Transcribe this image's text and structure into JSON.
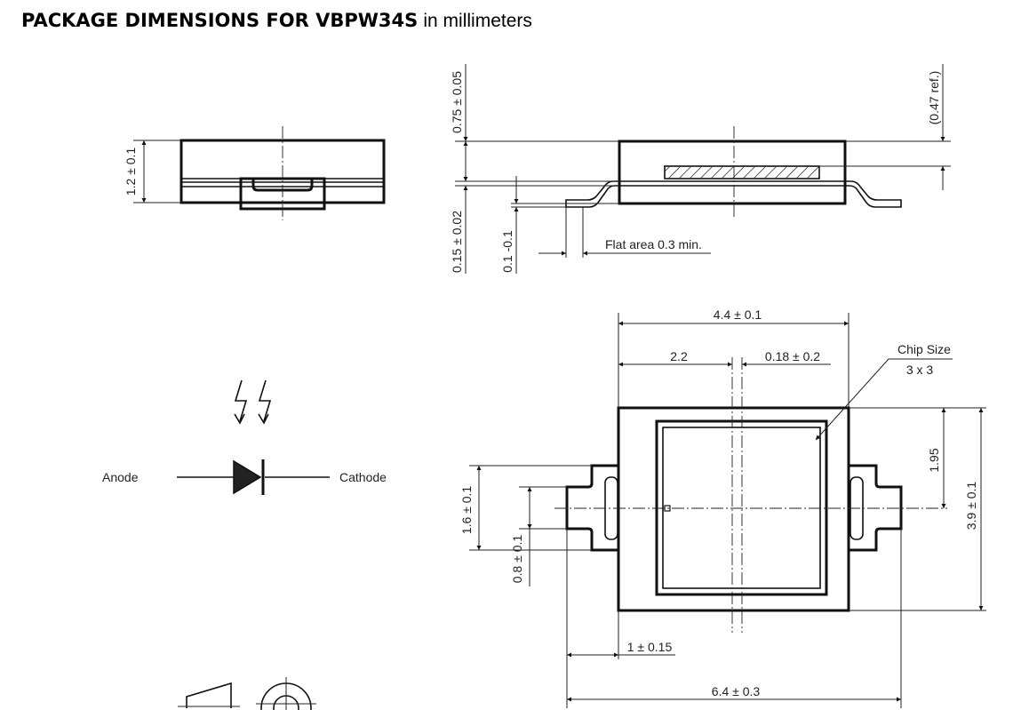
{
  "title": {
    "bold": "PACKAGE DIMENSIONS FOR VBPW34S",
    "suffix": "in millimeters"
  },
  "front_view": {
    "height_dim": "1.2 ± 0.1"
  },
  "side_view": {
    "top_dim": "0.75 ± 0.05",
    "ref_dim": "(0.47 ref.)",
    "lead_thickness": "0.15 ± 0.02",
    "standoff": "0.1 -0.1",
    "flat_area": "Flat area 0.3 min."
  },
  "symbol": {
    "anode": "Anode",
    "cathode": "Cathode"
  },
  "top_view": {
    "body_width": "4.4 ± 0.1",
    "center_offset": "2.2",
    "chip_offset": "0.18 ± 0.2",
    "chip_size_label": "Chip Size",
    "chip_size_value": "3 x 3",
    "half_height": "1.95",
    "body_height": "3.9 ± 0.1",
    "tab_height": "1.6 ± 0.1",
    "lead_width": "0.8 ± 0.1",
    "lead_length": "1 ± 0.15",
    "total_length": "6.4 ± 0.3"
  }
}
